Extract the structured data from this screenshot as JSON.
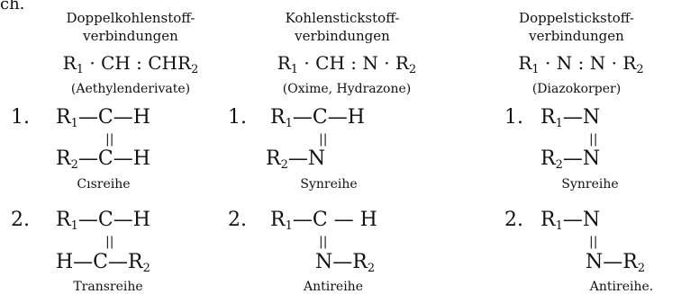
{
  "topfrag": "ch.",
  "columns": [
    {
      "heading1": "Doppelkohlenstoff-",
      "heading2": "verbindungen",
      "formula": "R1 · CH : CHR2",
      "paren": "(Aethylenderivate)",
      "isomer1": {
        "num": "1.",
        "r1": "R1—C—H",
        "dbl": "||",
        "r2": "R2—C—H",
        "label": "Cısreihe"
      },
      "isomer2": {
        "num": "2.",
        "r1": "R1—C—H",
        "dbl": "||",
        "r2": "H—C—R2",
        "label": "Transreihe"
      }
    },
    {
      "heading1": "Kohlenstickstoff-",
      "heading2": "verbindungen",
      "formula": "R1 · CH : N · R2",
      "paren": "(Oxime, Hydrazone)",
      "isomer1": {
        "num": "1.",
        "r1": "R1—C—H",
        "dbl": "||",
        "r2": "R2—N",
        "label": "Synreihe"
      },
      "isomer2": {
        "num": "2.",
        "r1": "R1—C — H",
        "dbl": "||",
        "r2": "N—R2",
        "label": "Antireihe"
      }
    },
    {
      "heading1": "Doppelstickstoff-",
      "heading2": "verbindungen",
      "formula": "R1 · N : N · R2",
      "paren": "(Diazokorper)",
      "isomer1": {
        "num": "1.",
        "r1": "R1—N",
        "dbl": "||",
        "r2": "R2—N",
        "label": "Synreihe"
      },
      "isomer2": {
        "num": "2.",
        "r1": "R1—N",
        "dbl": "||",
        "r2": "N—R2",
        "label": "Antireihe."
      }
    }
  ]
}
